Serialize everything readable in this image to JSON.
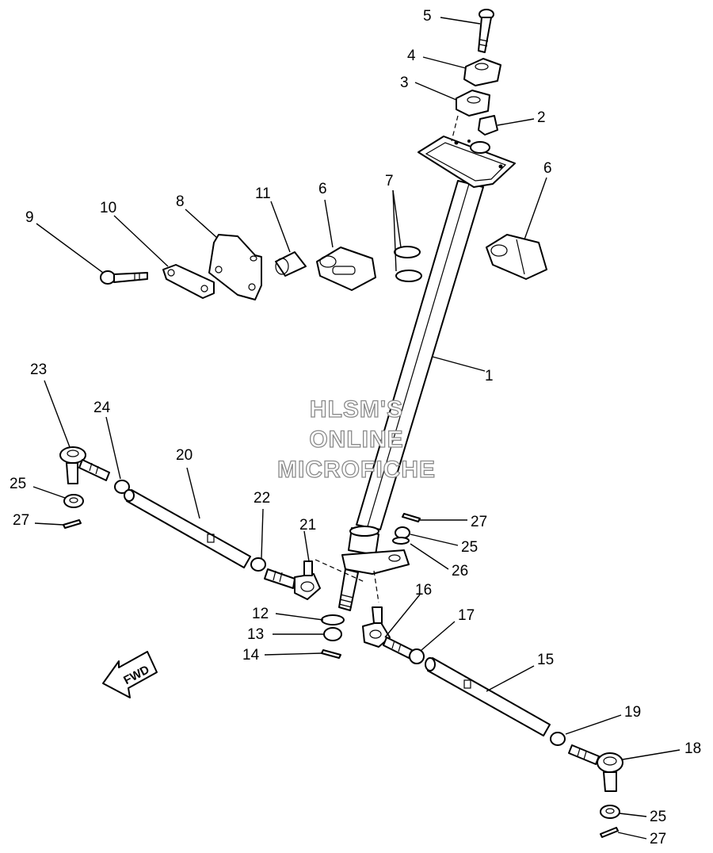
{
  "watermark": {
    "line1": "HLSM'S",
    "line2": "ONLINE",
    "line3": "MICROFICHE"
  },
  "direction_label": "FWD",
  "callouts": {
    "c1": "1",
    "c2": "2",
    "c3": "3",
    "c4": "4",
    "c5": "5",
    "c6a": "6",
    "c6b": "6",
    "c7": "7",
    "c8": "8",
    "c9": "9",
    "c10": "10",
    "c11": "11",
    "c12": "12",
    "c13": "13",
    "c14": "14",
    "c15": "15",
    "c16": "16",
    "c17": "17",
    "c18": "18",
    "c19": "19",
    "c20": "20",
    "c21": "21",
    "c22": "22",
    "c23": "23",
    "c24": "24",
    "c25a": "25",
    "c25b": "25",
    "c25c": "25",
    "c26": "26",
    "c27a": "27",
    "c27b": "27",
    "c27c": "27"
  }
}
